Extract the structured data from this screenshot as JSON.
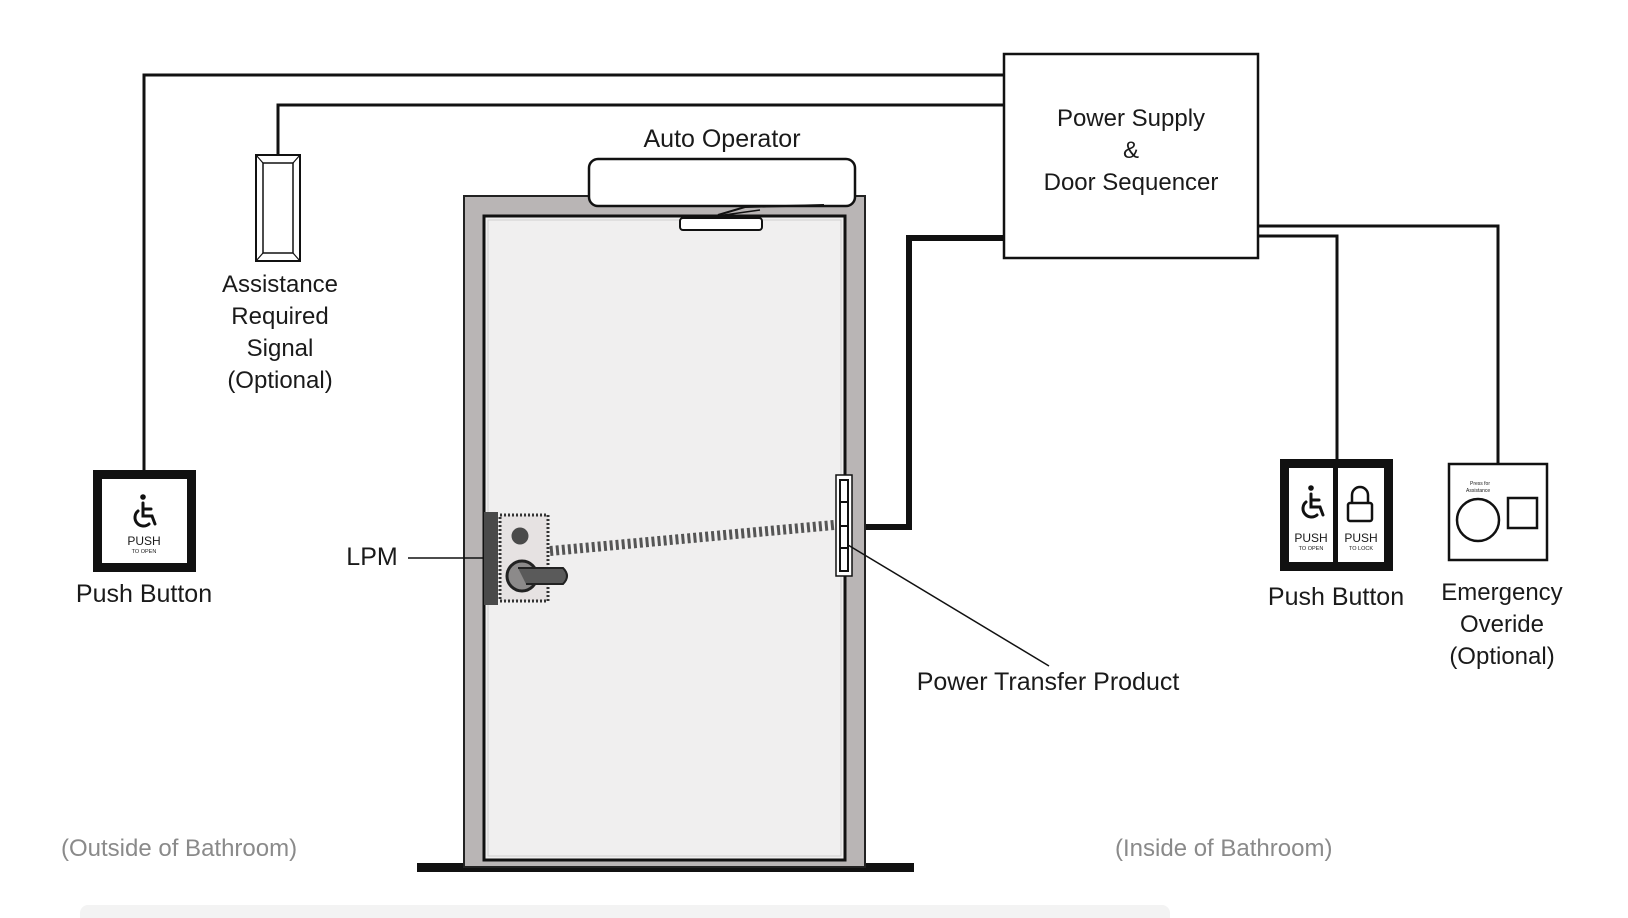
{
  "labels": {
    "auto_operator": "Auto Operator",
    "power_supply": [
      "Power Supply",
      "&",
      "Door Sequencer"
    ],
    "assistance": [
      "Assistance",
      "Required",
      "Signal",
      "(Optional)"
    ],
    "push_button_left": "Push Button",
    "push_button_right": "Push Button",
    "lpm": "LPM",
    "power_transfer": "Power Transfer Product",
    "emergency": [
      "Emergency",
      "Overide",
      "(Optional)"
    ],
    "outside": "(Outside of Bathroom)",
    "inside": "(Inside of Bathroom)"
  },
  "buttons": {
    "push": "PUSH",
    "to_open": "TO OPEN",
    "to_lock": "TO LOCK",
    "press_for_assistance": [
      "Press for",
      "Assistance"
    ]
  },
  "icons": {
    "wheelchair": "wheelchair-icon",
    "lock": "padlock-icon"
  },
  "colors": {
    "line": "#111111",
    "frame": "#b9b5b5",
    "door": "#f0efef",
    "muted_text": "#8a8a8a"
  }
}
